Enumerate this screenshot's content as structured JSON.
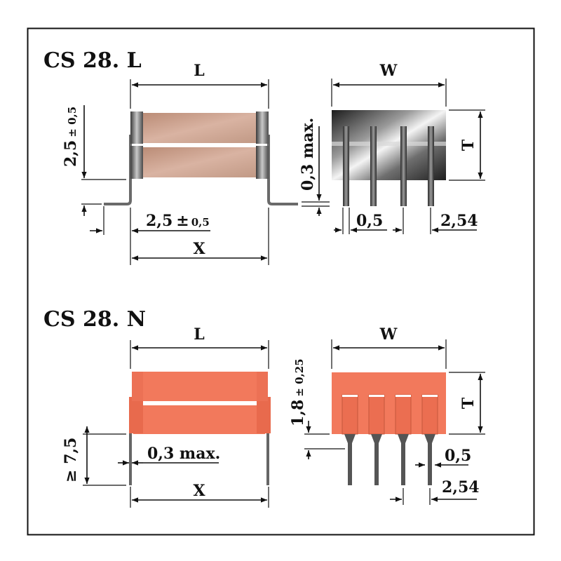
{
  "top": {
    "title": "CS 28. L",
    "label_L": "L",
    "label_W": "W",
    "label_T": "T",
    "label_X": "X",
    "height_dim_main": "2,5",
    "height_dim_tol": "± 0,5",
    "lead_dim_main": "2,5",
    "lead_dim_pm": "±",
    "lead_dim_tol": "0,5",
    "standoff_dim": "0,3 max.",
    "pin_width_dim": "0,5",
    "pitch_dim": "2,54"
  },
  "bottom": {
    "title": "CS 28. N",
    "label_L": "L",
    "label_W": "W",
    "label_T": "T",
    "label_X": "X",
    "lead_length_dim": "≥ 7,5",
    "lead_offset_dim": "0,3 max.",
    "standoff_dim_main": "1,8",
    "standoff_dim_tol": "± 0,25",
    "pin_width_dim": "0,5",
    "pitch_dim": "2,54"
  },
  "colors": {
    "frame": "#111111",
    "smd_body": "#c89c86",
    "smd_end_cap": "#6c6c6c",
    "tht_body": "#f2795c",
    "pin": "#555555"
  }
}
